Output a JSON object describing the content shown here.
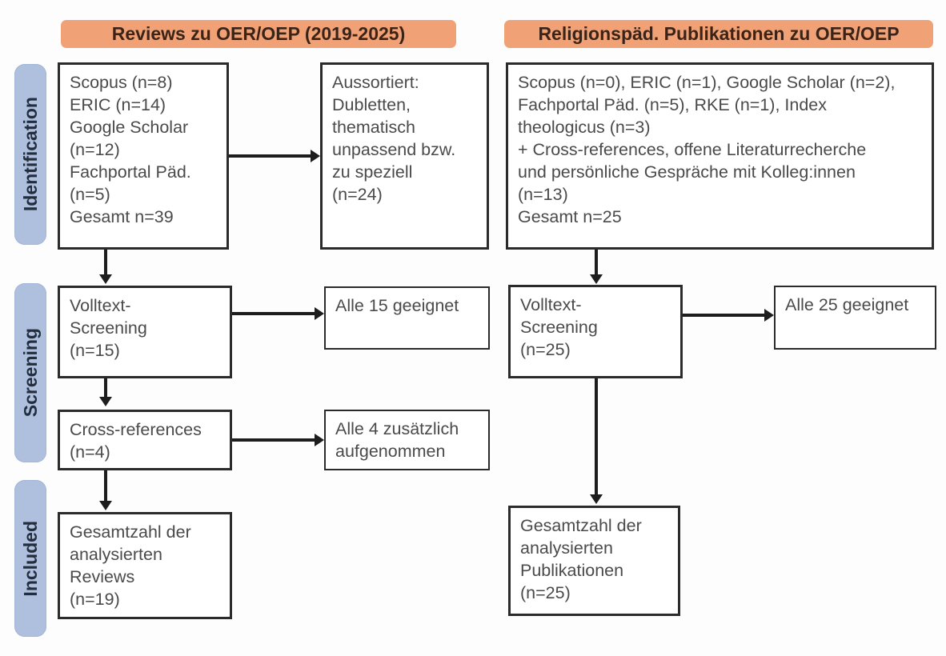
{
  "figure": {
    "type": "prisma-flow-diagram",
    "columns": [
      {
        "id": "left",
        "header": "Reviews zu OER/OEP (2019-2025)"
      },
      {
        "id": "right",
        "header": "Religionspäd. Publikationen zu OER/OEP"
      }
    ],
    "stages": [
      {
        "id": "identification",
        "label": "Identification"
      },
      {
        "id": "screening",
        "label": "Screening"
      },
      {
        "id": "included",
        "label": "Included"
      }
    ],
    "colors": {
      "header_pill": "#f0a175",
      "stage_tab": "#aec0de",
      "box_border": "#2b2b2b",
      "box_fill": "#ffffff",
      "connector": "#1d1d1d",
      "text": "#4a4a4a",
      "background": "#fdfdfd"
    },
    "boxes": {
      "left_sources": "Scopus (n=8)\nERIC (n=14)\nGoogle Scholar\n(n=12)\nFachportal Päd.\n(n=5)\nGesamt n=39",
      "left_excluded": "Aussortiert:\nDubletten,\nthematisch\nunpassend bzw.\nzu speziell\n(n=24)",
      "left_fulltext": "Volltext-\nScreening\n(n=15)",
      "left_fulltext_result": "Alle 15 geeignet",
      "left_crossrefs": "Cross-references\n(n=4)",
      "left_crossrefs_result": "Alle 4 zusätzlich\naufgenommen",
      "left_included": "Gesamtzahl der\nanalysierten\nReviews\n(n=19)",
      "right_sources": "Scopus (n=0), ERIC (n=1), Google Scholar (n=2),\nFachportal Päd. (n=5), RKE (n=1), Index\ntheologicus (n=3)\n+ Cross-references, offene Literaturrecherche\nund persönliche Gespräche mit Kolleg:innen\n(n=13)\nGesamt n=25",
      "right_fulltext": "Volltext-\nScreening\n(n=25)",
      "right_fulltext_result": "Alle 25 geeignet",
      "right_included": "Gesamtzahl der\nanalysierten\nPublikationen\n(n=25)"
    },
    "counts": {
      "left_scopus": 8,
      "left_eric": 14,
      "left_google_scholar": 12,
      "left_fachportal": 5,
      "left_total": 39,
      "left_excluded": 24,
      "left_fulltext": 15,
      "left_fulltext_eligible": 15,
      "left_crossrefs": 4,
      "left_crossrefs_added": 4,
      "left_included": 19,
      "right_scopus": 0,
      "right_eric": 1,
      "right_google_scholar": 2,
      "right_fachportal": 5,
      "right_rke": 1,
      "right_index_theologicus": 3,
      "right_other": 13,
      "right_total": 25,
      "right_fulltext": 25,
      "right_fulltext_eligible": 25,
      "right_included": 25
    }
  }
}
